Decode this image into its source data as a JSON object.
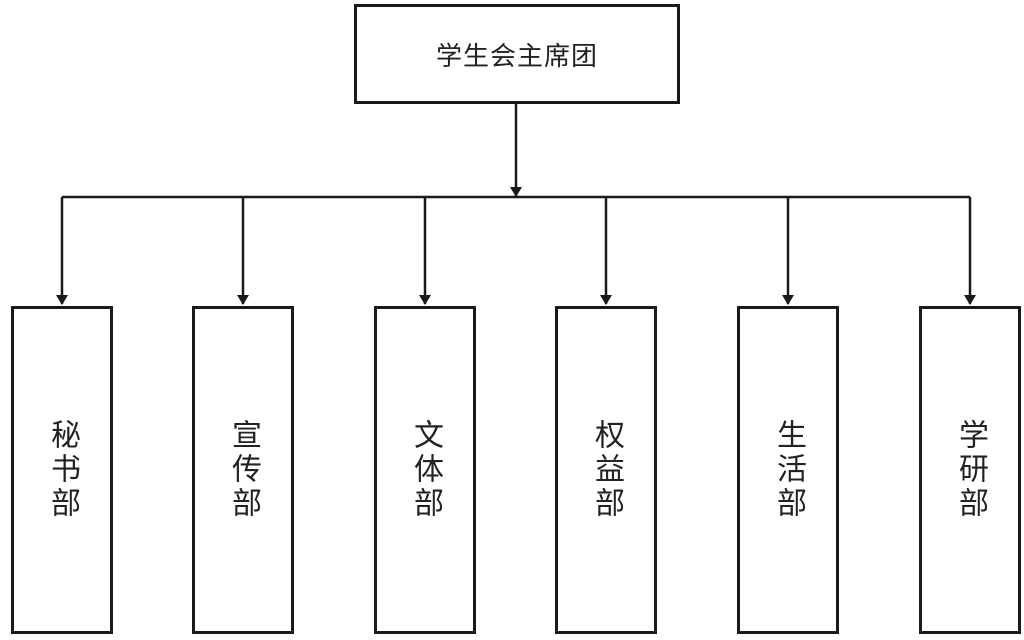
{
  "title": "学生会主席团",
  "departments": [
    {
      "label": "秘书部"
    },
    {
      "label": "宣传部"
    },
    {
      "label": "文体部"
    },
    {
      "label": "权益部"
    },
    {
      "label": "生活部"
    },
    {
      "label": "学研部"
    }
  ],
  "colors": {
    "line": "#1a1a1a",
    "border": "#1a1a1a",
    "text": "#222222",
    "background": "#ffffff"
  }
}
